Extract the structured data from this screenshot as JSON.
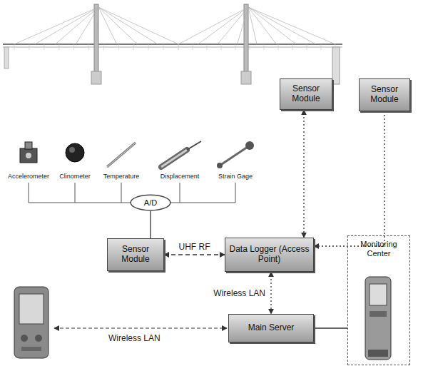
{
  "diagram": {
    "nodes": [
      {
        "text": [
          "Sensor Module"
        ]
      },
      {
        "text": [
          "Sensor Module"
        ]
      },
      {
        "text": [
          "A/D"
        ]
      },
      {
        "text": [
          "Sensor Module"
        ]
      },
      {
        "text": [
          "Data Logger (Access Point)"
        ]
      },
      {
        "text": [
          "Monitoring Center"
        ]
      },
      {
        "text": [
          "Main Server"
        ]
      }
    ],
    "edges": [
      {
        "from": 2,
        "to": 3,
        "arrow": "none"
      },
      {
        "from": 3,
        "to": 4,
        "label": "UHF RF",
        "arrow": "both"
      },
      {
        "from": 0,
        "to": 4,
        "arrow": "both"
      },
      {
        "from": 1,
        "to": 4,
        "arrow": "to"
      },
      {
        "from": 4,
        "to": 6,
        "label": "Wireless LAN",
        "arrow": "both"
      },
      {
        "from": 6,
        "to": 5,
        "arrow": "none"
      }
    ],
    "labels": [
      "Accelerometer",
      "Clinometer",
      "Temperature",
      "Displacement",
      "Strain Gage",
      "Wireless LAN"
    ]
  }
}
